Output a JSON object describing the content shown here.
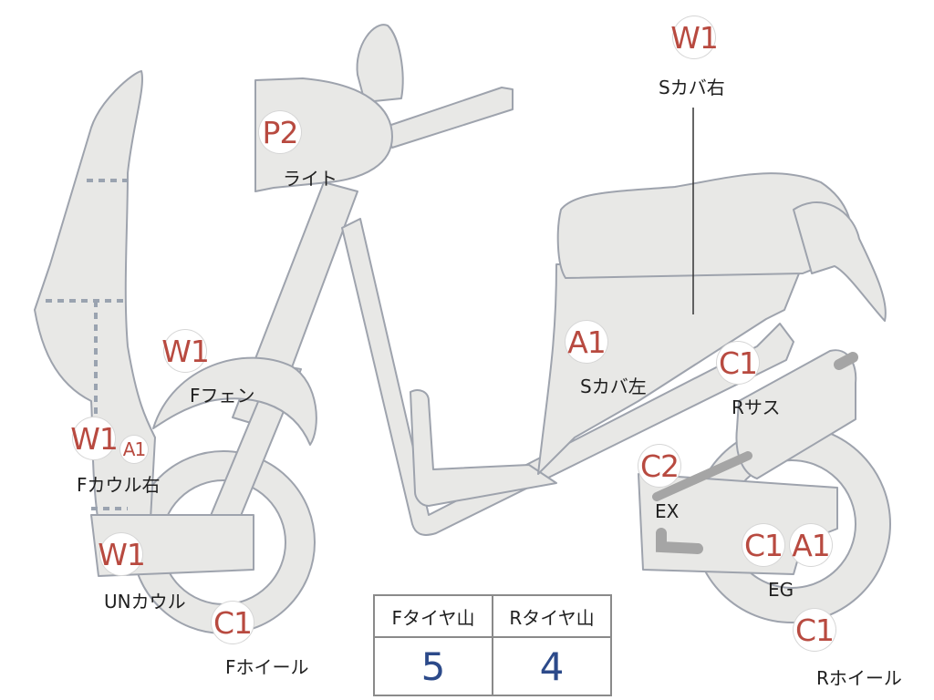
{
  "badges": {
    "w1_top": "W1",
    "p2": "P2",
    "w1_fender": "W1",
    "a1_scover": "A1",
    "c1_rsus": "C1",
    "w1_fcowl": "W1",
    "a1_fcowl": "A1",
    "c2_ex": "C2",
    "w1_uncowl": "W1",
    "c1_eg": "C1",
    "a1_eg": "A1",
    "c1_fwheel": "C1",
    "c1_rwheel": "C1"
  },
  "labels": {
    "s_cover_right": "Sカバ右",
    "light": "ライト",
    "f_fender": "Fフェン",
    "s_cover_left": "Sカバ左",
    "r_sus": "Rサス",
    "f_cowl_right": "Fカウル右",
    "ex": "EX",
    "un_cowl": "UNカウル",
    "eg": "EG",
    "f_wheel": "Fホイール",
    "r_wheel": "Rホイール"
  },
  "tire_table": {
    "headers": [
      "Fタイヤ山",
      "Rタイヤ山"
    ],
    "values": [
      "5",
      "4"
    ]
  },
  "colors": {
    "body_fill": "#e8e8e6",
    "outline": "#9ea3ad",
    "badge_text": "#b84a40",
    "value_text": "#2c4a8a"
  }
}
